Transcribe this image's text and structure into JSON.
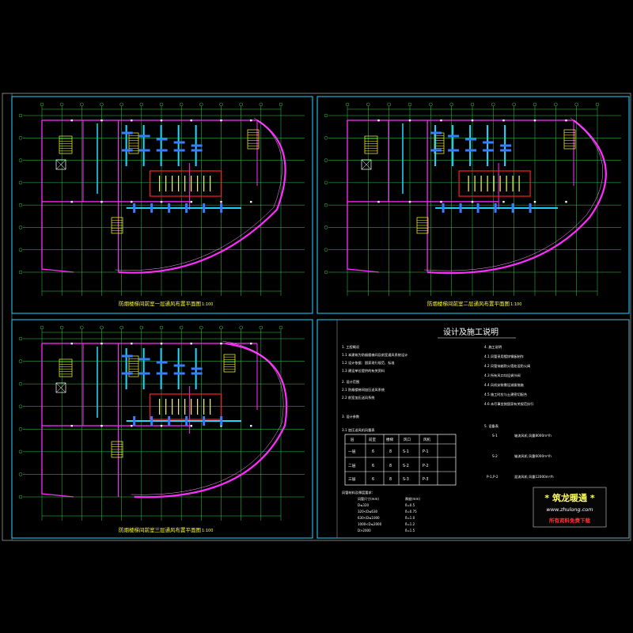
{
  "sheets": {
    "plan1_caption": "防烟楼梯间前室一层通风布置平面图",
    "plan1_scale": "1:100",
    "plan2_caption": "防烟楼梯间前室二层通风布置平面图",
    "plan2_scale": "1:100",
    "plan3_caption": "防烟楼梯间前室三层通风布置平面图",
    "plan3_scale": "1:100"
  },
  "notes": {
    "title": "设计及施工说明",
    "left_lines": [
      "1. 工程概况",
      "1.1 本建筑为防烟楼梯间及前室通风系统设计",
      "1.2 设计依据：国家现行规范、标准",
      "1.3 建设单位提供的有关资料",
      "2. 设计范围",
      "2.1 防烟楼梯间加压送风系统",
      "2.2 前室加压送风系统",
      "3. 设计参数",
      "3.1 加压送风机风量表"
    ],
    "table_headers": [
      "层",
      "前室",
      "楼梯",
      "风口",
      "风机"
    ],
    "table_rows": [
      [
        "一层",
        "6",
        "8",
        "S-1",
        "P-1"
      ],
      [
        "二层",
        "6",
        "8",
        "S-2",
        "P-2"
      ],
      [
        "三层",
        "6",
        "8",
        "S-3",
        "P-3"
      ]
    ],
    "duct_header": "风管材料及厚度要求：",
    "duct_lines": [
      [
        "风管尺寸(mm)",
        "厚度(mm)"
      ],
      [
        "D≤320",
        "δ=0.5"
      ],
      [
        "320<D≤630",
        "δ=0.75"
      ],
      [
        "630<D≤1000",
        "δ=1.0"
      ],
      [
        "1000<D≤2000",
        "δ=1.2"
      ],
      [
        "D>2000",
        "δ=1.5"
      ]
    ],
    "right_lines": [
      "4. 施工说明",
      "4.1 风管采用镀锌钢板制作",
      "4.2 风管穿越防火墙处设防火阀",
      "4.3 所有风口均设调节阀",
      "4.4 风机安装需设减振措施",
      "4.5 施工时应与土建密切配合",
      "4.6 未尽事宜按国家有关规范执行"
    ],
    "equip_header": "5. 设备表",
    "equip_lines": [
      [
        "S-1",
        "轴流风机 风量8000m³/h"
      ],
      [
        "S-2",
        "轴流风机 风量6000m³/h"
      ],
      [
        "P-1,P-2",
        "混流风机 风量12000m³/h"
      ]
    ]
  },
  "watermark": {
    "name": "* 筑龙暖通 *",
    "url": "www.zhulong.com",
    "tagline": "所有资料免费下载"
  }
}
